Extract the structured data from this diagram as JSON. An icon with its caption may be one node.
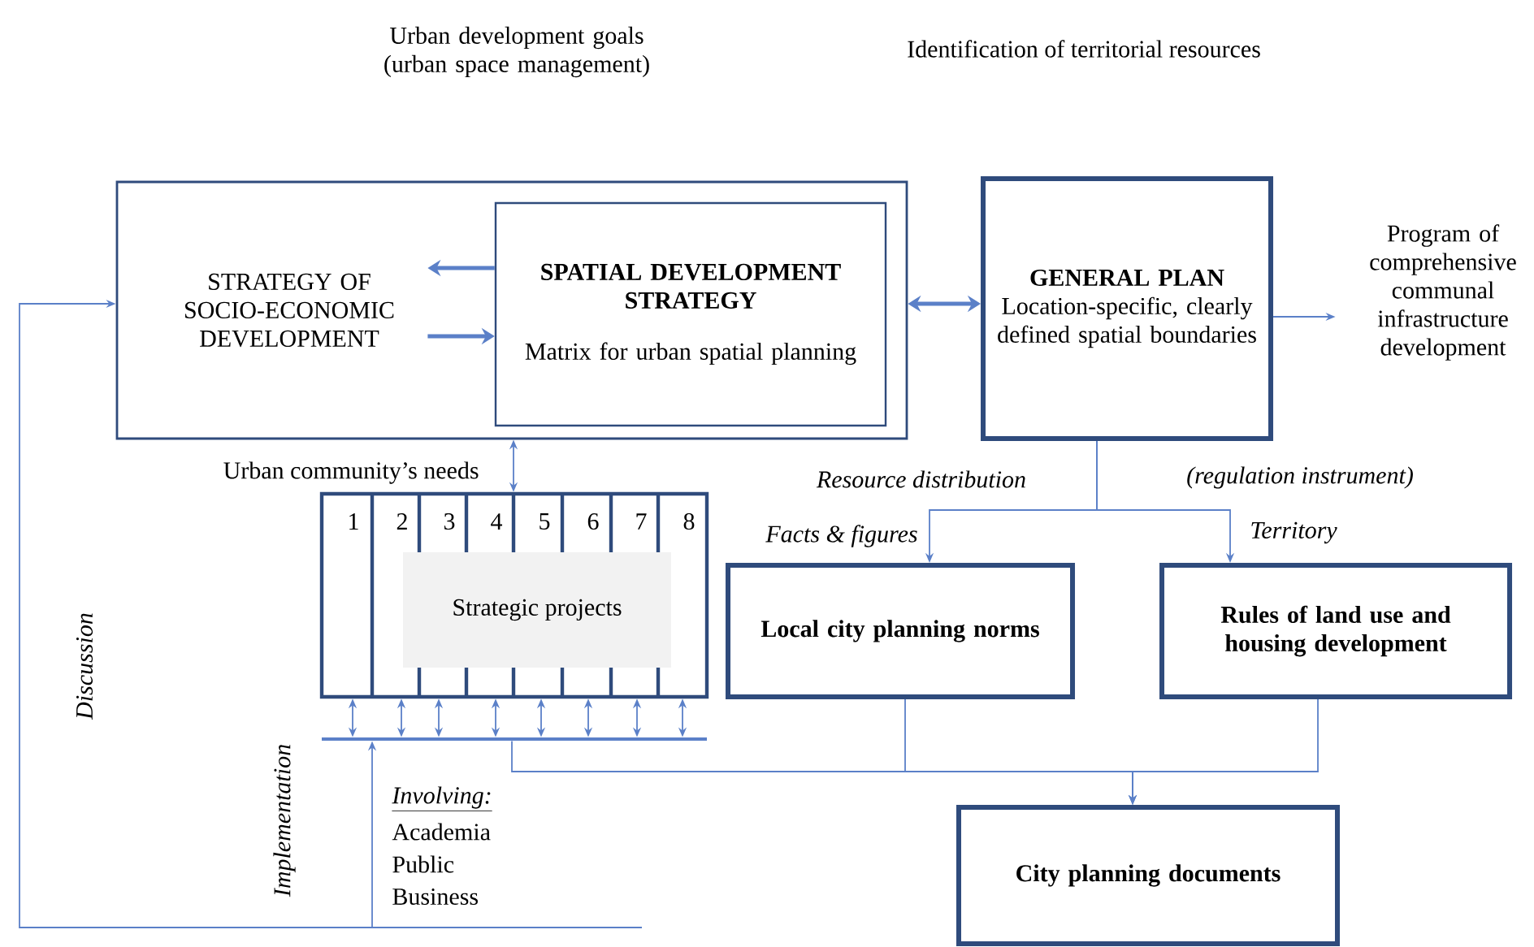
{
  "diagram": {
    "nodes": [
      {
        "text": [],
        "shape": "box"
      },
      {
        "text": [
          "STRATEGY OF SOCIO-ECONOMIC DEVELOPMENT"
        ],
        "in": 0
      },
      {
        "text": [
          "SPATIAL DEVELOPMENT STRATEGY",
          "Matrix for urban spatial planning"
        ],
        "in": 0
      },
      {
        "text": [
          "GENERAL PLAN",
          "Location-specific, clearly defined spatial boundaries"
        ]
      },
      {
        "text": [
          "Program of comprehensive communal infrastructure development"
        ]
      },
      {
        "text": [],
        "shape": "box"
      },
      {
        "text": [
          "Strategic projects"
        ],
        "in": 5
      },
      {
        "text": [],
        "shape": "bar"
      },
      {
        "text": [
          "Local city planning norms"
        ]
      },
      {
        "text": [
          "Rules of land use and housing development"
        ]
      },
      {
        "text": [
          "City planning documents"
        ]
      }
    ],
    "edges": [
      {
        "from": 2,
        "to": 1,
        "arrow": "to",
        "style": "thick"
      },
      {
        "from": 1,
        "to": 2,
        "arrow": "to",
        "style": "thick"
      },
      {
        "from": 0,
        "to": 3,
        "arrow": "both",
        "style": "thick"
      },
      {
        "from": 3,
        "to": 4,
        "arrow": "to"
      },
      {
        "from": 3,
        "to": 8,
        "arrow": "to",
        "label": "Facts & figures"
      },
      {
        "from": 3,
        "to": 9,
        "arrow": "to",
        "label": "Territory"
      },
      {
        "from": 0,
        "to": 5,
        "arrow": "both",
        "label": "Urban community’s needs"
      },
      {
        "from": 5,
        "to": 7,
        "arrow": "both"
      },
      {
        "from": 5,
        "to": 7,
        "arrow": "both"
      },
      {
        "from": 5,
        "to": 7,
        "arrow": "both"
      },
      {
        "from": 5,
        "to": 7,
        "arrow": "both"
      },
      {
        "from": 5,
        "to": 7,
        "arrow": "both"
      },
      {
        "from": 5,
        "to": 7,
        "arrow": "both"
      },
      {
        "from": 5,
        "to": 7,
        "arrow": "both"
      },
      {
        "from": 5,
        "to": 7,
        "arrow": "both"
      },
      {
        "from": 7,
        "to": 10,
        "arrow": "to"
      },
      {
        "from": 8,
        "to": 10,
        "arrow": "to"
      },
      {
        "from": 9,
        "to": 10,
        "arrow": "to"
      },
      {
        "from": null,
        "to": 0,
        "arrow": "to",
        "label": "Discussion"
      },
      {
        "from": null,
        "to": 7,
        "arrow": "to",
        "label": "Implementation"
      }
    ],
    "labels": [
      "Urban development goals (urban space management)",
      "Identification of territorial resources",
      "Resource distribution",
      "(regulation instrument)",
      "1",
      "2",
      "3",
      "4",
      "5",
      "6",
      "7",
      "8",
      "Involving:",
      "Academia",
      "Public",
      "Business"
    ]
  }
}
